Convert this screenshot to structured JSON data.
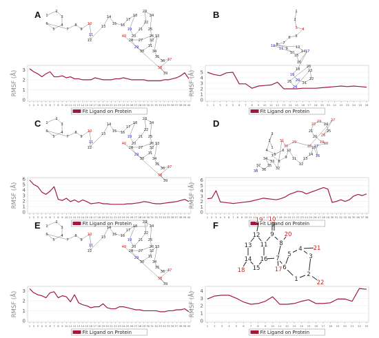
{
  "panel_labels": [
    "A",
    "B",
    "C",
    "D",
    "E",
    "F"
  ],
  "series_color": "#a0183a",
  "chart_data": [
    {
      "panel": "A",
      "type": "line",
      "ylabel": "RMSF (Å)",
      "legend": "Fit Ligand on Protein",
      "yticks": [
        "0",
        "1",
        "2",
        "3"
      ],
      "ylim": [
        0,
        3.3
      ],
      "x": [
        1,
        2,
        3,
        4,
        5,
        6,
        7,
        8,
        9,
        10,
        11,
        12,
        13,
        14,
        15,
        16,
        17,
        18,
        19,
        20,
        21,
        22,
        23,
        24,
        25,
        26,
        27,
        28,
        29,
        30,
        31,
        32,
        33,
        34,
        35,
        36,
        37,
        38,
        39,
        40
      ],
      "values": [
        3.1,
        2.8,
        2.6,
        2.3,
        2.6,
        2.8,
        2.3,
        2.3,
        2.4,
        2.2,
        2.3,
        2.1,
        2.1,
        2.0,
        2.0,
        2.0,
        2.2,
        2.1,
        2.0,
        2.0,
        2.0,
        2.1,
        2.1,
        2.2,
        2.1,
        2.0,
        2.0,
        2.0,
        2.0,
        1.9,
        1.9,
        1.9,
        1.9,
        2.0,
        2.0,
        2.1,
        2.2,
        2.4,
        2.7,
        2.1
      ]
    },
    {
      "panel": "B",
      "type": "line",
      "ylabel": "RMSF (Å)",
      "legend": "Fit Ligand on Protein",
      "yticks": [
        "0",
        "1",
        "2",
        "3",
        "4",
        "5"
      ],
      "ylim": [
        0,
        6
      ],
      "x": [
        1,
        2,
        3,
        4,
        5,
        6,
        7,
        8,
        9,
        10,
        11,
        12,
        13,
        14,
        15,
        16,
        17,
        18,
        19,
        20,
        21,
        22,
        23,
        24,
        25,
        26
      ],
      "values": [
        5.0,
        4.6,
        4.4,
        4.9,
        5.0,
        2.9,
        2.9,
        2.1,
        2.5,
        2.6,
        2.7,
        3.2,
        2.0,
        2.0,
        2.0,
        2.1,
        2.1,
        2.1,
        2.2,
        2.3,
        2.4,
        2.5,
        2.4,
        2.5,
        2.4,
        2.3
      ]
    },
    {
      "panel": "C",
      "type": "line",
      "ylabel": "RMSF (Å)",
      "legend": "Fit Ligand on Protein",
      "yticks": [
        "0",
        "1",
        "2",
        "3",
        "4",
        "5",
        "6"
      ],
      "ylim": [
        0,
        6
      ],
      "x": [
        1,
        2,
        3,
        4,
        5,
        6,
        7,
        8,
        9,
        10,
        11,
        12,
        13,
        14,
        15,
        16,
        17,
        18,
        19,
        20,
        21,
        22,
        23,
        24,
        25,
        26,
        27,
        28,
        29,
        30,
        31,
        32,
        33,
        34,
        35,
        36,
        37,
        38,
        39,
        40
      ],
      "values": [
        5.8,
        5.0,
        4.6,
        3.6,
        3.2,
        3.8,
        4.6,
        2.3,
        2.1,
        2.5,
        1.9,
        2.2,
        1.8,
        2.2,
        1.9,
        1.5,
        1.6,
        1.7,
        1.5,
        1.5,
        1.4,
        1.4,
        1.4,
        1.4,
        1.5,
        1.5,
        1.6,
        1.7,
        1.9,
        1.8,
        1.6,
        1.5,
        1.5,
        1.6,
        1.7,
        1.8,
        1.9,
        2.1,
        2.3,
        1.9
      ]
    },
    {
      "panel": "D",
      "type": "line",
      "ylabel": "RMSF (Å)",
      "legend": "Fit Ligand on Protein",
      "yticks": [
        "0",
        "1",
        "2",
        "3",
        "4",
        "5",
        "6"
      ],
      "ylim": [
        0,
        6.2
      ],
      "x": [
        1,
        2,
        3,
        4,
        5,
        6,
        7,
        8,
        9,
        10,
        11,
        12,
        13,
        14,
        15,
        16,
        17,
        18,
        19,
        20,
        21,
        22,
        23,
        24,
        25,
        26,
        27,
        28,
        29,
        30,
        31,
        32,
        33,
        34,
        35,
        36,
        37,
        38
      ],
      "values": [
        2.5,
        2.6,
        4.0,
        1.9,
        1.8,
        1.7,
        1.6,
        1.7,
        1.8,
        1.9,
        2.0,
        2.2,
        2.4,
        2.6,
        2.5,
        2.4,
        2.3,
        2.5,
        2.8,
        3.3,
        3.6,
        3.9,
        3.8,
        3.4,
        3.7,
        4.0,
        4.3,
        4.6,
        4.3,
        1.8,
        2.0,
        2.3,
        2.0,
        2.3,
        3.0,
        3.3,
        3.1,
        3.4
      ]
    },
    {
      "panel": "E",
      "type": "line",
      "ylabel": "RMSF (Å)",
      "legend": "Fit Ligand on Protein",
      "yticks": [
        "0",
        "1",
        "2",
        "3"
      ],
      "ylim": [
        0,
        3.3
      ],
      "x": [
        1,
        2,
        3,
        4,
        5,
        6,
        7,
        8,
        9,
        10,
        11,
        12,
        13,
        14,
        15,
        16,
        17,
        18,
        19,
        20,
        21,
        22,
        23,
        24,
        25,
        26,
        27,
        28,
        29,
        30,
        31,
        32,
        33,
        34,
        35,
        36,
        37,
        38,
        39,
        40
      ],
      "values": [
        3.2,
        2.8,
        2.6,
        2.5,
        2.3,
        2.8,
        2.9,
        2.3,
        2.5,
        2.4,
        1.9,
        2.6,
        1.8,
        1.6,
        1.5,
        1.3,
        1.4,
        1.4,
        1.7,
        1.3,
        1.2,
        1.2,
        1.4,
        1.4,
        1.3,
        1.2,
        1.1,
        1.1,
        1.0,
        1.0,
        1.0,
        1.0,
        0.9,
        0.9,
        1.0,
        1.0,
        1.1,
        1.1,
        1.2,
        0.9
      ]
    },
    {
      "panel": "F",
      "type": "line",
      "ylabel": "RMSF (Å)",
      "legend": "Fit Ligand on Protein",
      "yticks": [
        "0",
        "1",
        "2",
        "3",
        "4"
      ],
      "ylim": [
        0,
        4.4
      ],
      "x": [
        1,
        2,
        3,
        4,
        5,
        6,
        7,
        8,
        9,
        10,
        11,
        12,
        13,
        14,
        15,
        16,
        17,
        18,
        19,
        20,
        21,
        22,
        23
      ],
      "values": [
        2.9,
        3.3,
        3.4,
        3.4,
        3.0,
        2.5,
        2.2,
        2.3,
        2.6,
        3.2,
        2.2,
        2.2,
        2.3,
        2.6,
        2.8,
        2.3,
        2.3,
        2.4,
        2.9,
        2.9,
        2.6,
        4.3,
        4.2
      ]
    }
  ],
  "molecules": {
    "A": {
      "numbers": [
        "1",
        "2",
        "3",
        "4",
        "5",
        "6",
        "7",
        "8",
        "9",
        "10",
        "11",
        "12",
        "13",
        "14",
        "15",
        "16",
        "17",
        "18",
        "19",
        "20",
        "21",
        "22",
        "23",
        "24",
        "25",
        "26",
        "27",
        "28",
        "29",
        "30",
        "31",
        "32",
        "33",
        "34",
        "35",
        "36",
        "37",
        "38",
        "39",
        "40"
      ],
      "red": [
        "10",
        "37",
        "38",
        "40"
      ],
      "blue": [
        "11",
        "19",
        "29"
      ]
    },
    "B": {
      "numbers": [
        "1",
        "2",
        "3",
        "4",
        "5",
        "6",
        "7",
        "8",
        "9",
        "10",
        "11",
        "12",
        "13",
        "14",
        "15",
        "16",
        "17",
        "18",
        "19",
        "20",
        "21",
        "22",
        "23",
        "24",
        "25",
        "26"
      ],
      "red": [
        "3",
        "4"
      ],
      "blue": [
        "11",
        "12",
        "17",
        "19",
        "20",
        "24"
      ]
    },
    "C": {
      "numbers": [
        "1",
        "2",
        "3",
        "4",
        "5",
        "6",
        "7",
        "8",
        "9",
        "10",
        "11",
        "12",
        "13",
        "14",
        "15",
        "16",
        "17",
        "18",
        "19",
        "20",
        "21",
        "22",
        "23",
        "24",
        "25",
        "26",
        "27",
        "28",
        "29",
        "30",
        "31",
        "32",
        "33",
        "34",
        "35",
        "36",
        "37",
        "38",
        "39",
        "40"
      ],
      "red": [
        "10",
        "37",
        "38",
        "40"
      ],
      "blue": [
        "11",
        "19",
        "29"
      ]
    },
    "D": {
      "numbers": [
        "1",
        "2",
        "3",
        "4",
        "5",
        "6",
        "7",
        "8",
        "9",
        "10",
        "11",
        "12",
        "13",
        "14",
        "15",
        "16",
        "17",
        "18",
        "19",
        "20",
        "21",
        "22",
        "23",
        "24",
        "25",
        "26",
        "27",
        "28",
        "29",
        "30",
        "31",
        "32",
        "33",
        "34",
        "35",
        "36",
        "37",
        "38"
      ],
      "red": [
        "18",
        "19",
        "22",
        "23",
        "26",
        "27",
        "28",
        "29",
        "30",
        "31"
      ],
      "blue": [
        "16",
        "17",
        "38"
      ]
    },
    "E": {
      "numbers": [
        "1",
        "2",
        "3",
        "4",
        "5",
        "6",
        "7",
        "8",
        "9",
        "10",
        "11",
        "12",
        "13",
        "14",
        "15",
        "16",
        "17",
        "18",
        "19",
        "20",
        "21",
        "22",
        "23",
        "24",
        "25",
        "26",
        "27",
        "28",
        "29",
        "30",
        "31",
        "32",
        "33",
        "34",
        "35",
        "36",
        "37",
        "38",
        "39",
        "40"
      ],
      "red": [
        "10",
        "37",
        "38",
        "40"
      ],
      "blue": [
        "11",
        "19",
        "29"
      ]
    },
    "F": {
      "numbers": [
        "1",
        "2",
        "3",
        "4",
        "5",
        "6",
        "7",
        "8",
        "9",
        "10",
        "11",
        "12",
        "13",
        "14",
        "15",
        "16",
        "17",
        "18",
        "19",
        "20",
        "21",
        "22"
      ],
      "red": [
        "10",
        "17",
        "18",
        "19",
        "20",
        "21",
        "22"
      ],
      "blue": []
    }
  }
}
